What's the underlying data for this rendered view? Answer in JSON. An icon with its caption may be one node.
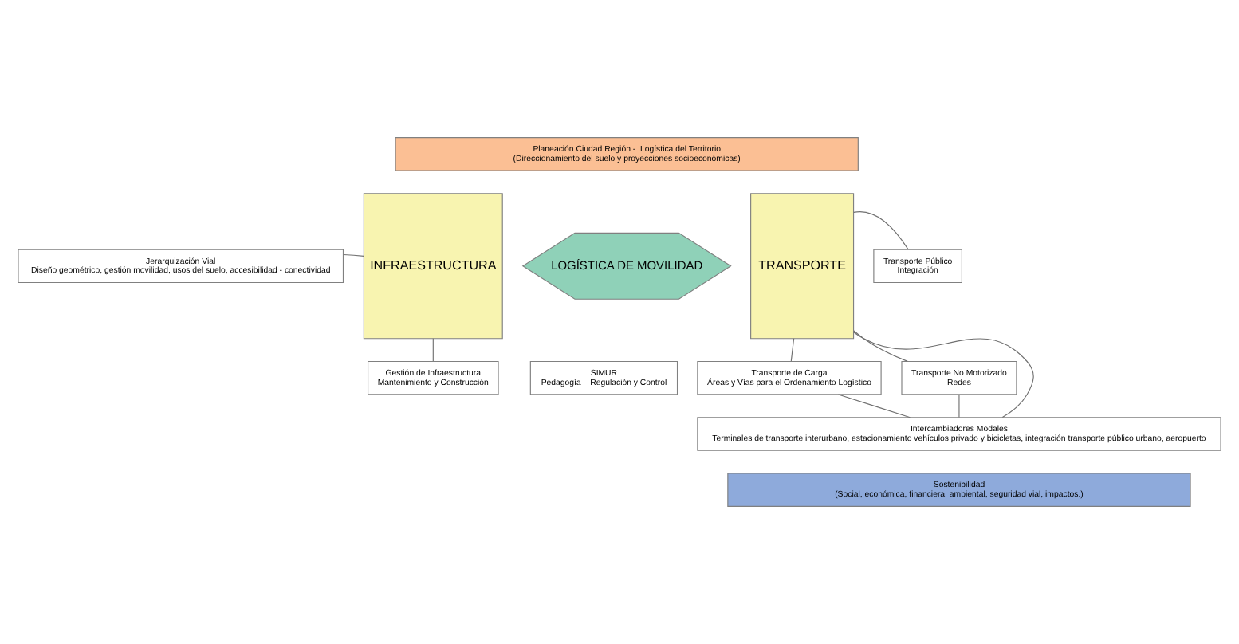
{
  "diagram": {
    "nodes": [
      {
        "text": [
          "Planeación Ciudad Región -  Logística del Territorio",
          "(Direccionamiento del suelo y proyecciones socioeconómicas)"
        ]
      },
      {
        "text": [
          "Jerarquización Vial",
          "Diseño geométrico, gestión movilidad, usos del suelo, accesibilidad - conectividad"
        ]
      },
      {
        "text": [
          "Gestión de Infraestructura",
          "Mantenimiento y Construcción"
        ]
      },
      {
        "text": [
          "INFRAESTRUCTURA"
        ]
      },
      {
        "text": [
          "LOGÍSTICA DE MOVILIDAD"
        ]
      },
      {
        "text": [
          "SIMUR",
          "Pedagogía – Regulación y Control"
        ]
      },
      {
        "text": [
          "TRANSPORTE"
        ]
      },
      {
        "text": [
          "Transporte Público",
          "Integración"
        ]
      },
      {
        "text": [
          "Transporte No Motorizado",
          "Redes"
        ]
      },
      {
        "text": [
          "Transporte de Carga",
          "Áreas y Vías para el Ordenamiento Logístico"
        ]
      },
      {
        "text": [
          "Intercambiadores Modales",
          "Terminales de transporte interurbano, estacionamiento vehículos privado y bicicletas, integración transporte público urbano, aeropuerto"
        ]
      },
      {
        "text": [
          "Sostenibilidad",
          "(Social, económica, financiera, ambiental, seguridad vial, impactos.)"
        ]
      }
    ],
    "edges": [
      {
        "from": 1,
        "to": 3,
        "arrow": "none"
      },
      {
        "from": 2,
        "to": 3,
        "arrow": "none"
      },
      {
        "from": 6,
        "to": 7,
        "arrow": "none"
      },
      {
        "from": 6,
        "to": 8,
        "arrow": "none"
      },
      {
        "from": 9,
        "to": 6,
        "arrow": "none"
      },
      {
        "from": 6,
        "to": 10,
        "arrow": "none"
      },
      {
        "from": 9,
        "to": 10,
        "arrow": "none"
      },
      {
        "from": 8,
        "to": 10,
        "arrow": "none"
      }
    ]
  }
}
